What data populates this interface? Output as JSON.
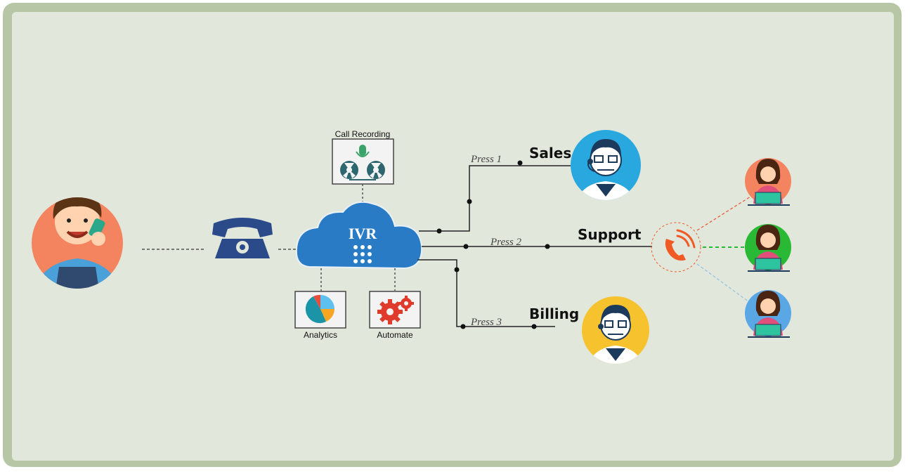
{
  "diagram": {
    "ivr_label": "IVR",
    "call_recording_label": "Call Recording",
    "analytics_label": "Analytics",
    "automate_label": "Automate",
    "routes": [
      {
        "press": "Press 1",
        "department": "Sales"
      },
      {
        "press": "Press 2",
        "department": "Support"
      },
      {
        "press": "Press 3",
        "department": "Billing"
      }
    ]
  },
  "colors": {
    "frame": "#b7c7a6",
    "background": "#e2e7dc",
    "cloud": "#2a7bc6",
    "phone": "#2b4a8a",
    "sales_agent_bg": "#29a8e0",
    "billing_agent_bg": "#f6c22e",
    "caller_bg": "#f4845f",
    "support_icon": "#f15a24",
    "agent_top_bg": "#f4845f",
    "agent_mid_bg": "#2ab934",
    "agent_bottom_bg": "#5aa7e6"
  },
  "icons": [
    "caller",
    "telephone-icon",
    "cloud-icon",
    "keypad-icon",
    "microphone-icon",
    "tape-reel-icon",
    "pie-chart-icon",
    "gears-icon",
    "headset-agent-icon",
    "call-ringing-icon"
  ]
}
